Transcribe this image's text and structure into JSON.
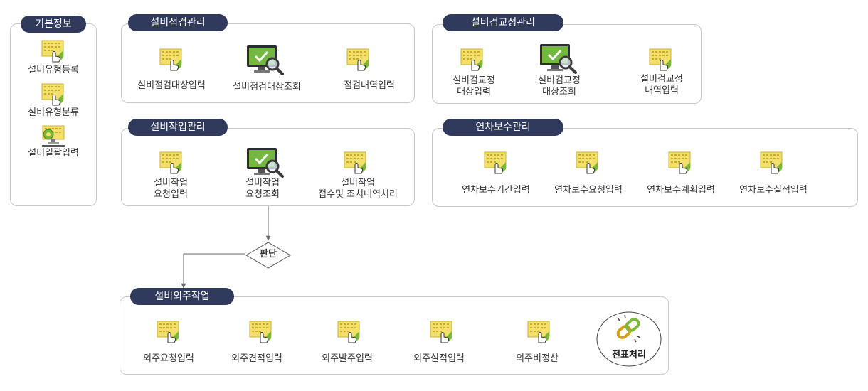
{
  "basic": {
    "title": "기본정보",
    "items": [
      "설비유형등록",
      "설비유형분류",
      "설비일괄입력"
    ]
  },
  "inspection": {
    "title": "설비점검관리",
    "items": [
      "설비점검대상입력",
      "설비점검대상조회",
      "점검내역입력"
    ]
  },
  "calibration": {
    "title": "설비검교정관리",
    "items": [
      [
        "설비검교정",
        "대상입력"
      ],
      [
        "설비검교정",
        "대상조회"
      ],
      [
        "설비검교정",
        "내역입력"
      ]
    ]
  },
  "work": {
    "title": "설비작업관리",
    "items": [
      [
        "설비작업",
        "요청입력"
      ],
      [
        "설비작업",
        "요청조회"
      ],
      [
        "설비작업",
        "접수및 조치내역처리"
      ]
    ]
  },
  "annual": {
    "title": "연차보수관리",
    "items": [
      "연차보수기간입력",
      "연차보수요청입력",
      "연차보수계획입력",
      "연차보수실적입력"
    ]
  },
  "decision": "판단",
  "outsource": {
    "title": "설비외주작업",
    "items": [
      "외주요청입력",
      "외주견적입력",
      "외주발주입력",
      "외주실적입력",
      "외주비정산"
    ],
    "final": "전표처리"
  },
  "colors": {
    "pill": "#2f3a5c",
    "border": "#c8c8c8",
    "icon_yellow": "#f3e06a",
    "icon_green": "#7db73a"
  }
}
